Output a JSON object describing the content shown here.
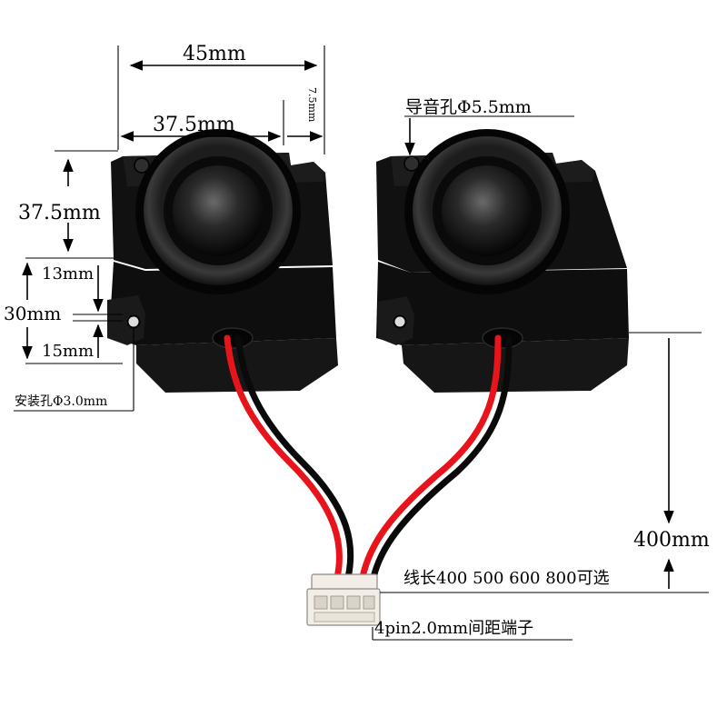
{
  "dimensions": {
    "width_total": "45mm",
    "width_inner": "37.5mm",
    "side_offset": "7.5mm",
    "height_top": "37.5mm",
    "height_mid": "13mm",
    "height_total": "30mm",
    "height_bottom": "15mm",
    "wire_length": "400mm"
  },
  "labels": {
    "sound_hole": "导音孔Φ5.5mm",
    "mount_hole": "安装孔Φ3.0mm",
    "wire_options": "线长400 500 600 800可选",
    "connector": "4pin2.0mm间距端子"
  },
  "colors": {
    "speaker_body": "#111111",
    "wire_red": "#e8141b",
    "wire_black": "#0a0a0a",
    "connector": "#f2ede6"
  }
}
